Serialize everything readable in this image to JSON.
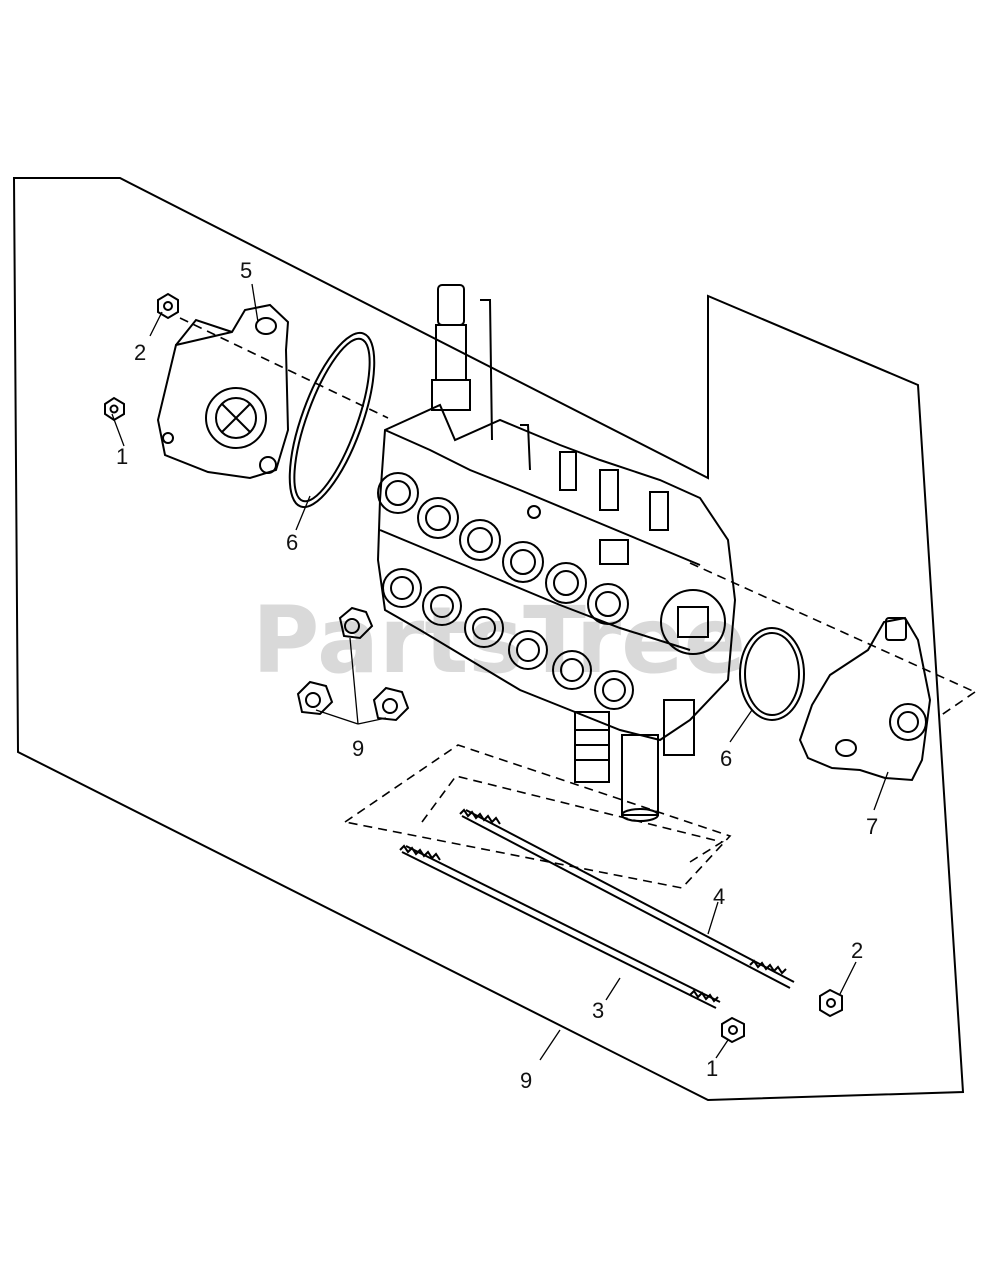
{
  "diagram": {
    "watermark": "PartsTree",
    "callouts": {
      "c5": "5",
      "c2_top": "2",
      "c1_top": "1",
      "c6_left": "6",
      "c9_mid": "9",
      "c6_right": "6",
      "c7": "7",
      "c4": "4",
      "c2_bottom": "2",
      "c3": "3",
      "c1_bottom": "1",
      "c9_bottom": "9"
    },
    "colors": {
      "line": "#000000",
      "watermark": "#d9d9d9",
      "background": "#ffffff"
    }
  }
}
